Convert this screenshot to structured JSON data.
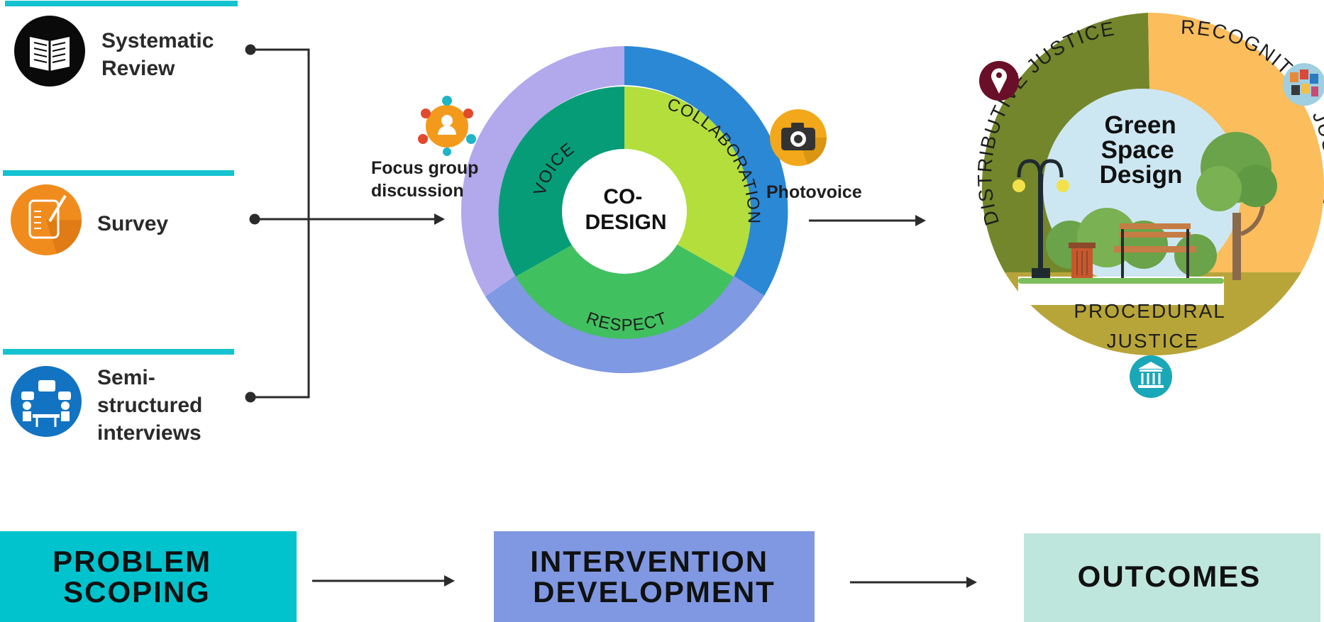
{
  "methods": {
    "items": [
      {
        "label_lines": [
          "Systematic",
          "Review"
        ],
        "icon": "book-icon"
      },
      {
        "label_lines": [
          "Survey"
        ],
        "icon": "survey-tablet-icon"
      },
      {
        "label_lines": [
          "Semi-",
          "structured",
          "interviews"
        ],
        "icon": "interview-meeting-icon"
      }
    ]
  },
  "codesign": {
    "center_lines": [
      "CO-",
      "DESIGN"
    ],
    "segments": [
      "VOICE",
      "COLLABORATION",
      "RESPECT"
    ],
    "focus_group_lines": [
      "Focus group",
      "discussion"
    ],
    "photovoice_label": "Photovoice",
    "focus_group_icon": "group-network-icon",
    "photovoice_icon": "camera-icon"
  },
  "outcome_wheel": {
    "center_lines": [
      "Green",
      "Space",
      "Design"
    ],
    "distributive": "DISTRIBUTIVE JUSTICE",
    "recognition": "RECOGNITION JUSTICE",
    "procedural_lines": [
      "PROCEDURAL",
      "JUSTICE"
    ],
    "icons": [
      "map-pin-icon",
      "people-collage-icon",
      "institution-icon"
    ]
  },
  "stages": [
    {
      "lines": [
        "PROBLEM",
        "SCOPING"
      ]
    },
    {
      "lines": [
        "INTERVENTION",
        "DEVELOPMENT"
      ]
    },
    {
      "lines": [
        "OUTCOMES"
      ]
    }
  ],
  "colors": {
    "teal_rule": "#14C3CF",
    "problem_box": "#00C3CE",
    "intervention_box": "#8098E2",
    "outcomes_box": "#BFE6DC",
    "voice": "#079C78",
    "collaboration": "#B3DE3C",
    "respect": "#41C060",
    "ring_purple": "#B2A8EC",
    "ring_blue": "#2A88D5",
    "ring_periwinkle": "#7F99E2",
    "distributive": "#74862B",
    "recognition": "#FCBD5C",
    "procedural": "#B8A53A",
    "sky": "#CDE7F2"
  }
}
